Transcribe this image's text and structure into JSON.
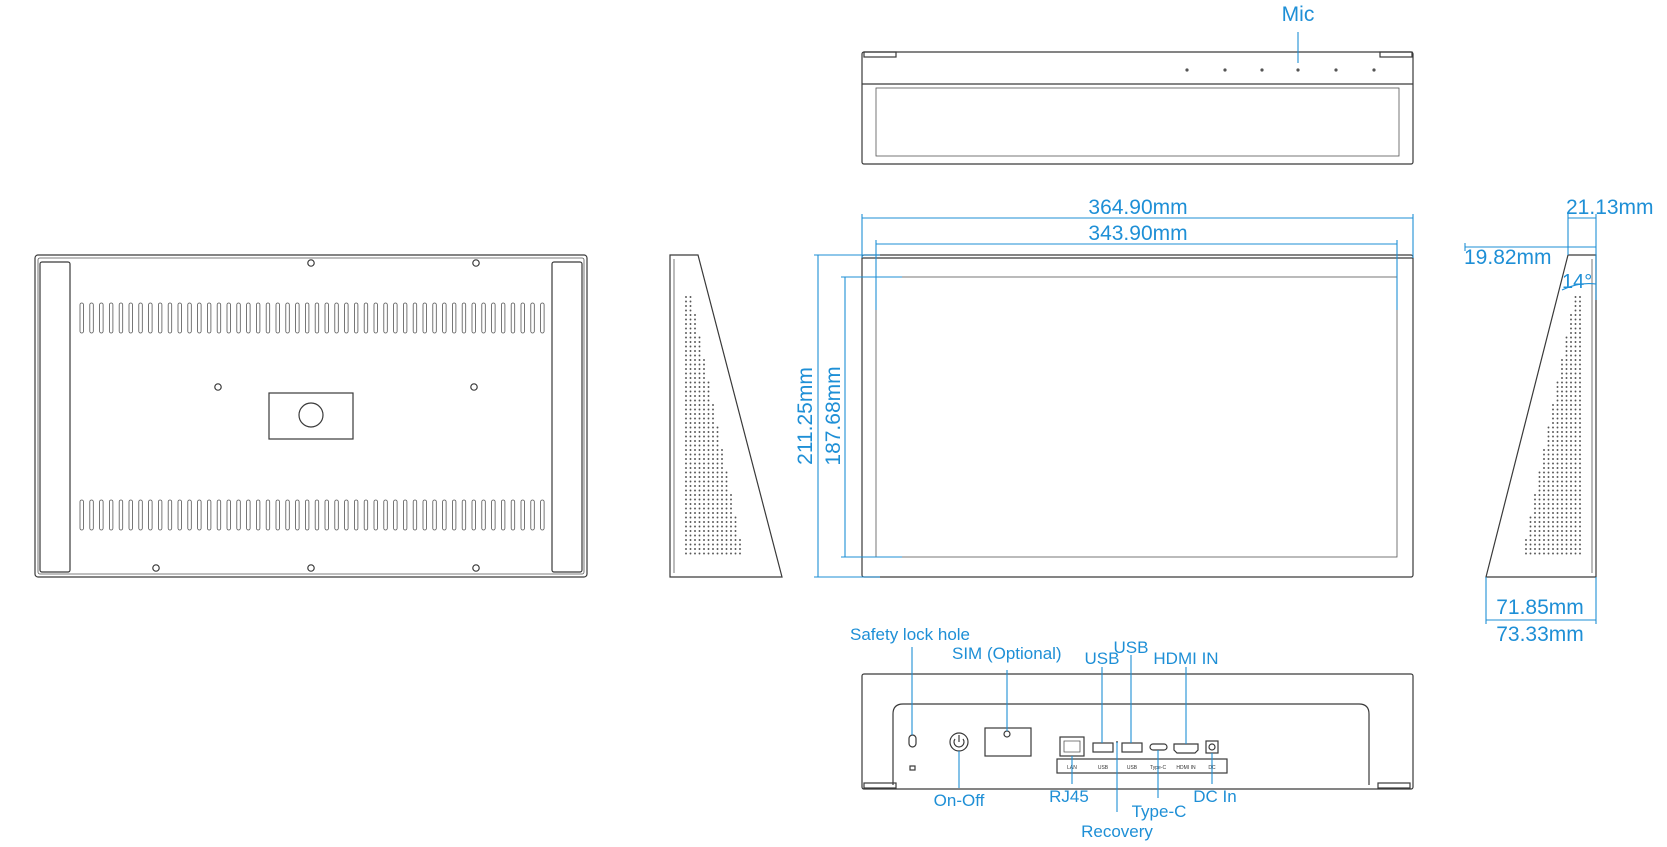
{
  "labels": {
    "mic": "Mic",
    "width_outer": "364.90mm",
    "width_inner": "343.90mm",
    "height_outer": "211.25mm",
    "height_inner": "187.68mm",
    "top_depth": "21.13mm",
    "top_depth_inner": "19.82mm",
    "angle": "14°",
    "base_inner": "71.85mm",
    "base_outer": "73.33mm",
    "safety_lock": "Safety lock hole",
    "sim": "SIM (Optional)",
    "usb1": "USB",
    "usb2": "USB",
    "hdmi": "HDMI IN",
    "on_off": "On-Off",
    "rj45": "RJ45",
    "recovery": "Recovery",
    "typec": "Type-C",
    "dc_in": "DC In"
  },
  "port_labels": {
    "lan": "LAN",
    "usb_a": "USB",
    "usb_b": "USB",
    "type_c": "Type-C",
    "hdmi": "HDMI IN",
    "dc": "DC"
  },
  "colors": {
    "dimension": "#1e8fd6",
    "line": "#3a3a3a"
  }
}
